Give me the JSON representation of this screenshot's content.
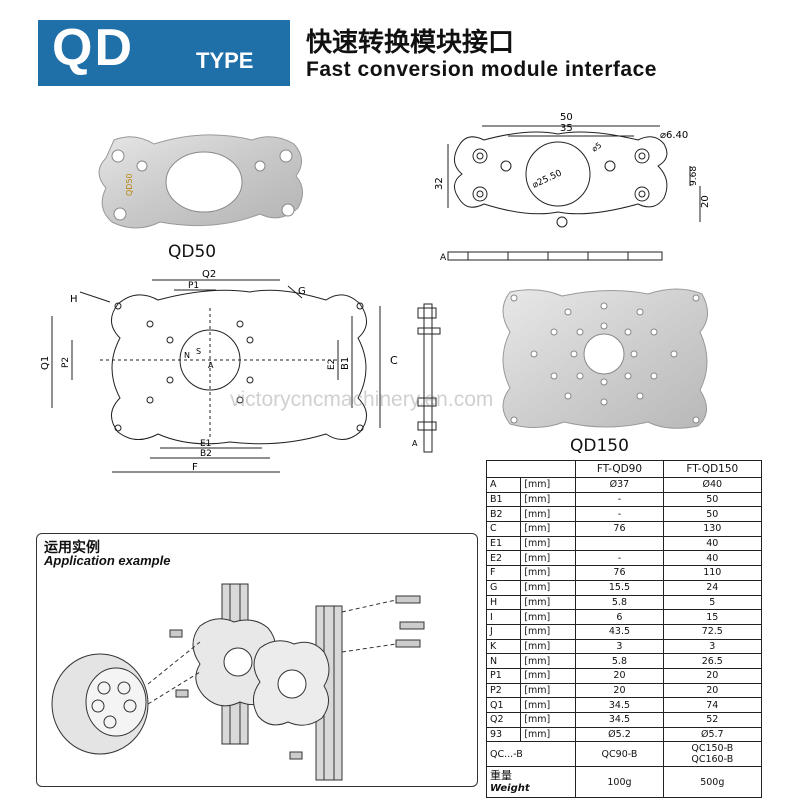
{
  "banner": {
    "logo": "QD",
    "type": "TYPE",
    "title_cn": "快速转换模块接口",
    "title_en": "Fast conversion module interface",
    "color": "#1f6fa8"
  },
  "products": {
    "qd50_label": "QD50",
    "qd150_label": "QD150",
    "qd50_engraving": "QD50"
  },
  "qd50_drawing": {
    "dim_50": "50",
    "dim_35": "35",
    "dim_hole": "⌀6.40",
    "dim_5": "⌀5",
    "dim_center": "⌀25.50",
    "dim_32": "32",
    "dim_968": "9.68",
    "dim_20": "20",
    "section": "A"
  },
  "qd_generic_drawing": {
    "Q2": "Q2",
    "P1": "P1",
    "G": "G",
    "H": "H",
    "Q1": "Q1",
    "P2": "P2",
    "E2": "E2",
    "B1": "B1",
    "C": "C",
    "E1": "E1",
    "B2": "B2",
    "F": "F",
    "N": "N",
    "S": "S",
    "A": "A",
    "section": "A"
  },
  "watermark": "victorycncmachinery.en.com",
  "application": {
    "title_cn": "运用实例",
    "title_en": "Application example"
  },
  "spec_table": {
    "columns": [
      "FT-QD90",
      "FT-QD150"
    ],
    "rows": [
      {
        "name": "A",
        "unit": "[mm]",
        "qd90": "Ø37",
        "qd150": "Ø40"
      },
      {
        "name": "B1",
        "unit": "[mm]",
        "qd90": "-",
        "qd150": "50"
      },
      {
        "name": "B2",
        "unit": "[mm]",
        "qd90": "-",
        "qd150": "50"
      },
      {
        "name": "C",
        "unit": "[mm]",
        "qd90": "76",
        "qd150": "130"
      },
      {
        "name": "E1",
        "unit": "[mm]",
        "qd90": "",
        "qd150": "40"
      },
      {
        "name": "E2",
        "unit": "[mm]",
        "qd90": "-",
        "qd150": "40"
      },
      {
        "name": "F",
        "unit": "[mm]",
        "qd90": "76",
        "qd150": "110"
      },
      {
        "name": "G",
        "unit": "[mm]",
        "qd90": "15.5",
        "qd150": "24"
      },
      {
        "name": "H",
        "unit": "[mm]",
        "qd90": "5.8",
        "qd150": "5"
      },
      {
        "name": "I",
        "unit": "[mm]",
        "qd90": "6",
        "qd150": "15"
      },
      {
        "name": "J",
        "unit": "[mm]",
        "qd90": "43.5",
        "qd150": "72.5"
      },
      {
        "name": "K",
        "unit": "[mm]",
        "qd90": "3",
        "qd150": "3"
      },
      {
        "name": "N",
        "unit": "[mm]",
        "qd90": "5.8",
        "qd150": "26.5"
      },
      {
        "name": "P1",
        "unit": "[mm]",
        "qd90": "20",
        "qd150": "20"
      },
      {
        "name": "P2",
        "unit": "[mm]",
        "qd90": "20",
        "qd150": "20"
      },
      {
        "name": "Q1",
        "unit": "[mm]",
        "qd90": "34.5",
        "qd150": "74"
      },
      {
        "name": "Q2",
        "unit": "[mm]",
        "qd90": "34.5",
        "qd150": "52"
      },
      {
        "name": "93",
        "unit": "[mm]",
        "qd90": "Ø5.2",
        "qd150": "Ø5.7"
      }
    ],
    "qc": {
      "name": "QC...-B",
      "qd90": "QC90-B",
      "qd150_1": "QC150-B",
      "qd150_2": "QC160-B"
    },
    "weight": {
      "name_cn": "重量",
      "name_en": "Weight",
      "qd90": "100g",
      "qd150": "500g"
    }
  }
}
